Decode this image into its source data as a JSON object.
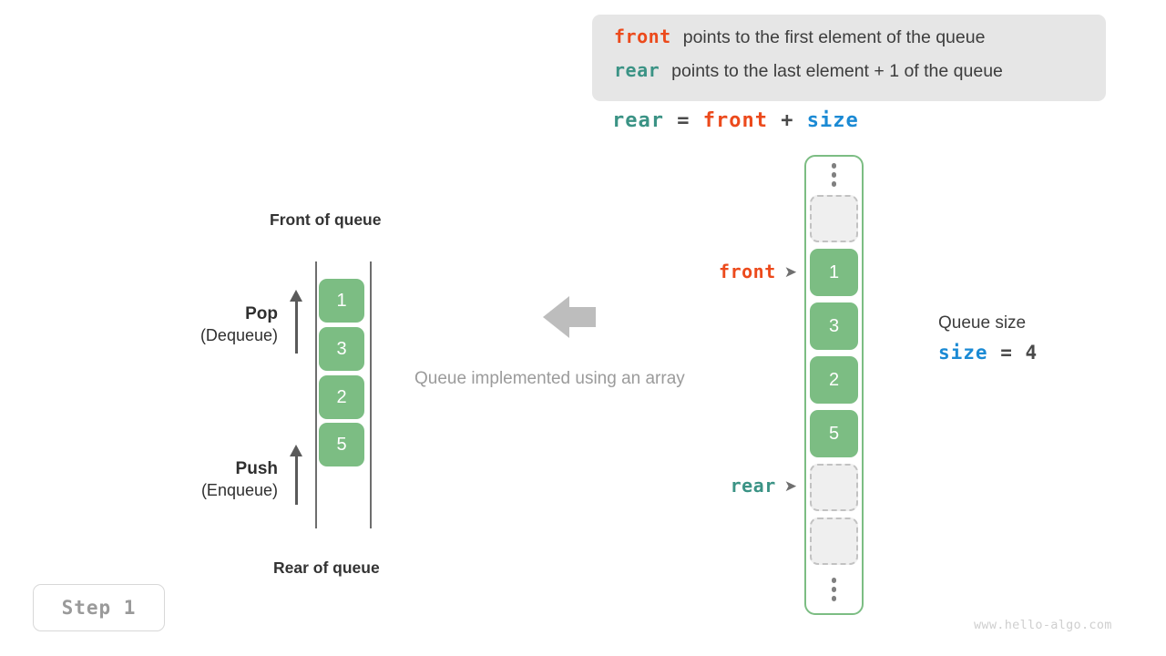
{
  "legend": {
    "lines": [
      {
        "keyword": "front",
        "text": "points to the first element of the queue",
        "color": "#ec4a1c"
      },
      {
        "keyword": "rear",
        "text": "points to the last element + 1 of the queue",
        "color": "#3b9385"
      }
    ]
  },
  "formula": {
    "lhs": "rear",
    "eq": "=",
    "rhs1": "front",
    "plus": "+",
    "rhs2": "size"
  },
  "left_diagram": {
    "top_label": "Front of queue",
    "bottom_label": "Rear of queue",
    "pop": {
      "title": "Pop",
      "subtitle": "(Dequeue)"
    },
    "push": {
      "title": "Push",
      "subtitle": "(Enqueue)"
    },
    "cells": [
      "1",
      "3",
      "2",
      "5"
    ]
  },
  "center": {
    "caption": "Queue implemented using an array",
    "arrow_direction": "left"
  },
  "array": {
    "slots": [
      {
        "type": "ellipsis",
        "value": ""
      },
      {
        "type": "empty",
        "value": ""
      },
      {
        "type": "filled",
        "value": "1"
      },
      {
        "type": "filled",
        "value": "3"
      },
      {
        "type": "filled",
        "value": "2"
      },
      {
        "type": "filled",
        "value": "5"
      },
      {
        "type": "empty",
        "value": ""
      },
      {
        "type": "empty",
        "value": ""
      },
      {
        "type": "ellipsis",
        "value": ""
      }
    ],
    "pointers": {
      "front": {
        "label": "front",
        "marker": "➤",
        "color": "#ec4a1c"
      },
      "rear": {
        "label": "rear",
        "marker": "➤",
        "color": "#3b9385"
      }
    }
  },
  "queue_size": {
    "title": "Queue size",
    "var": "size",
    "eq": "=",
    "value": "4"
  },
  "step_badge": "Step 1",
  "watermark": "www.hello-algo.com",
  "colors": {
    "green": "#7cbd83",
    "orange": "#ec4a1c",
    "teal": "#3b9385",
    "blue": "#1b8ad4",
    "gray": "#bdbdbd"
  }
}
